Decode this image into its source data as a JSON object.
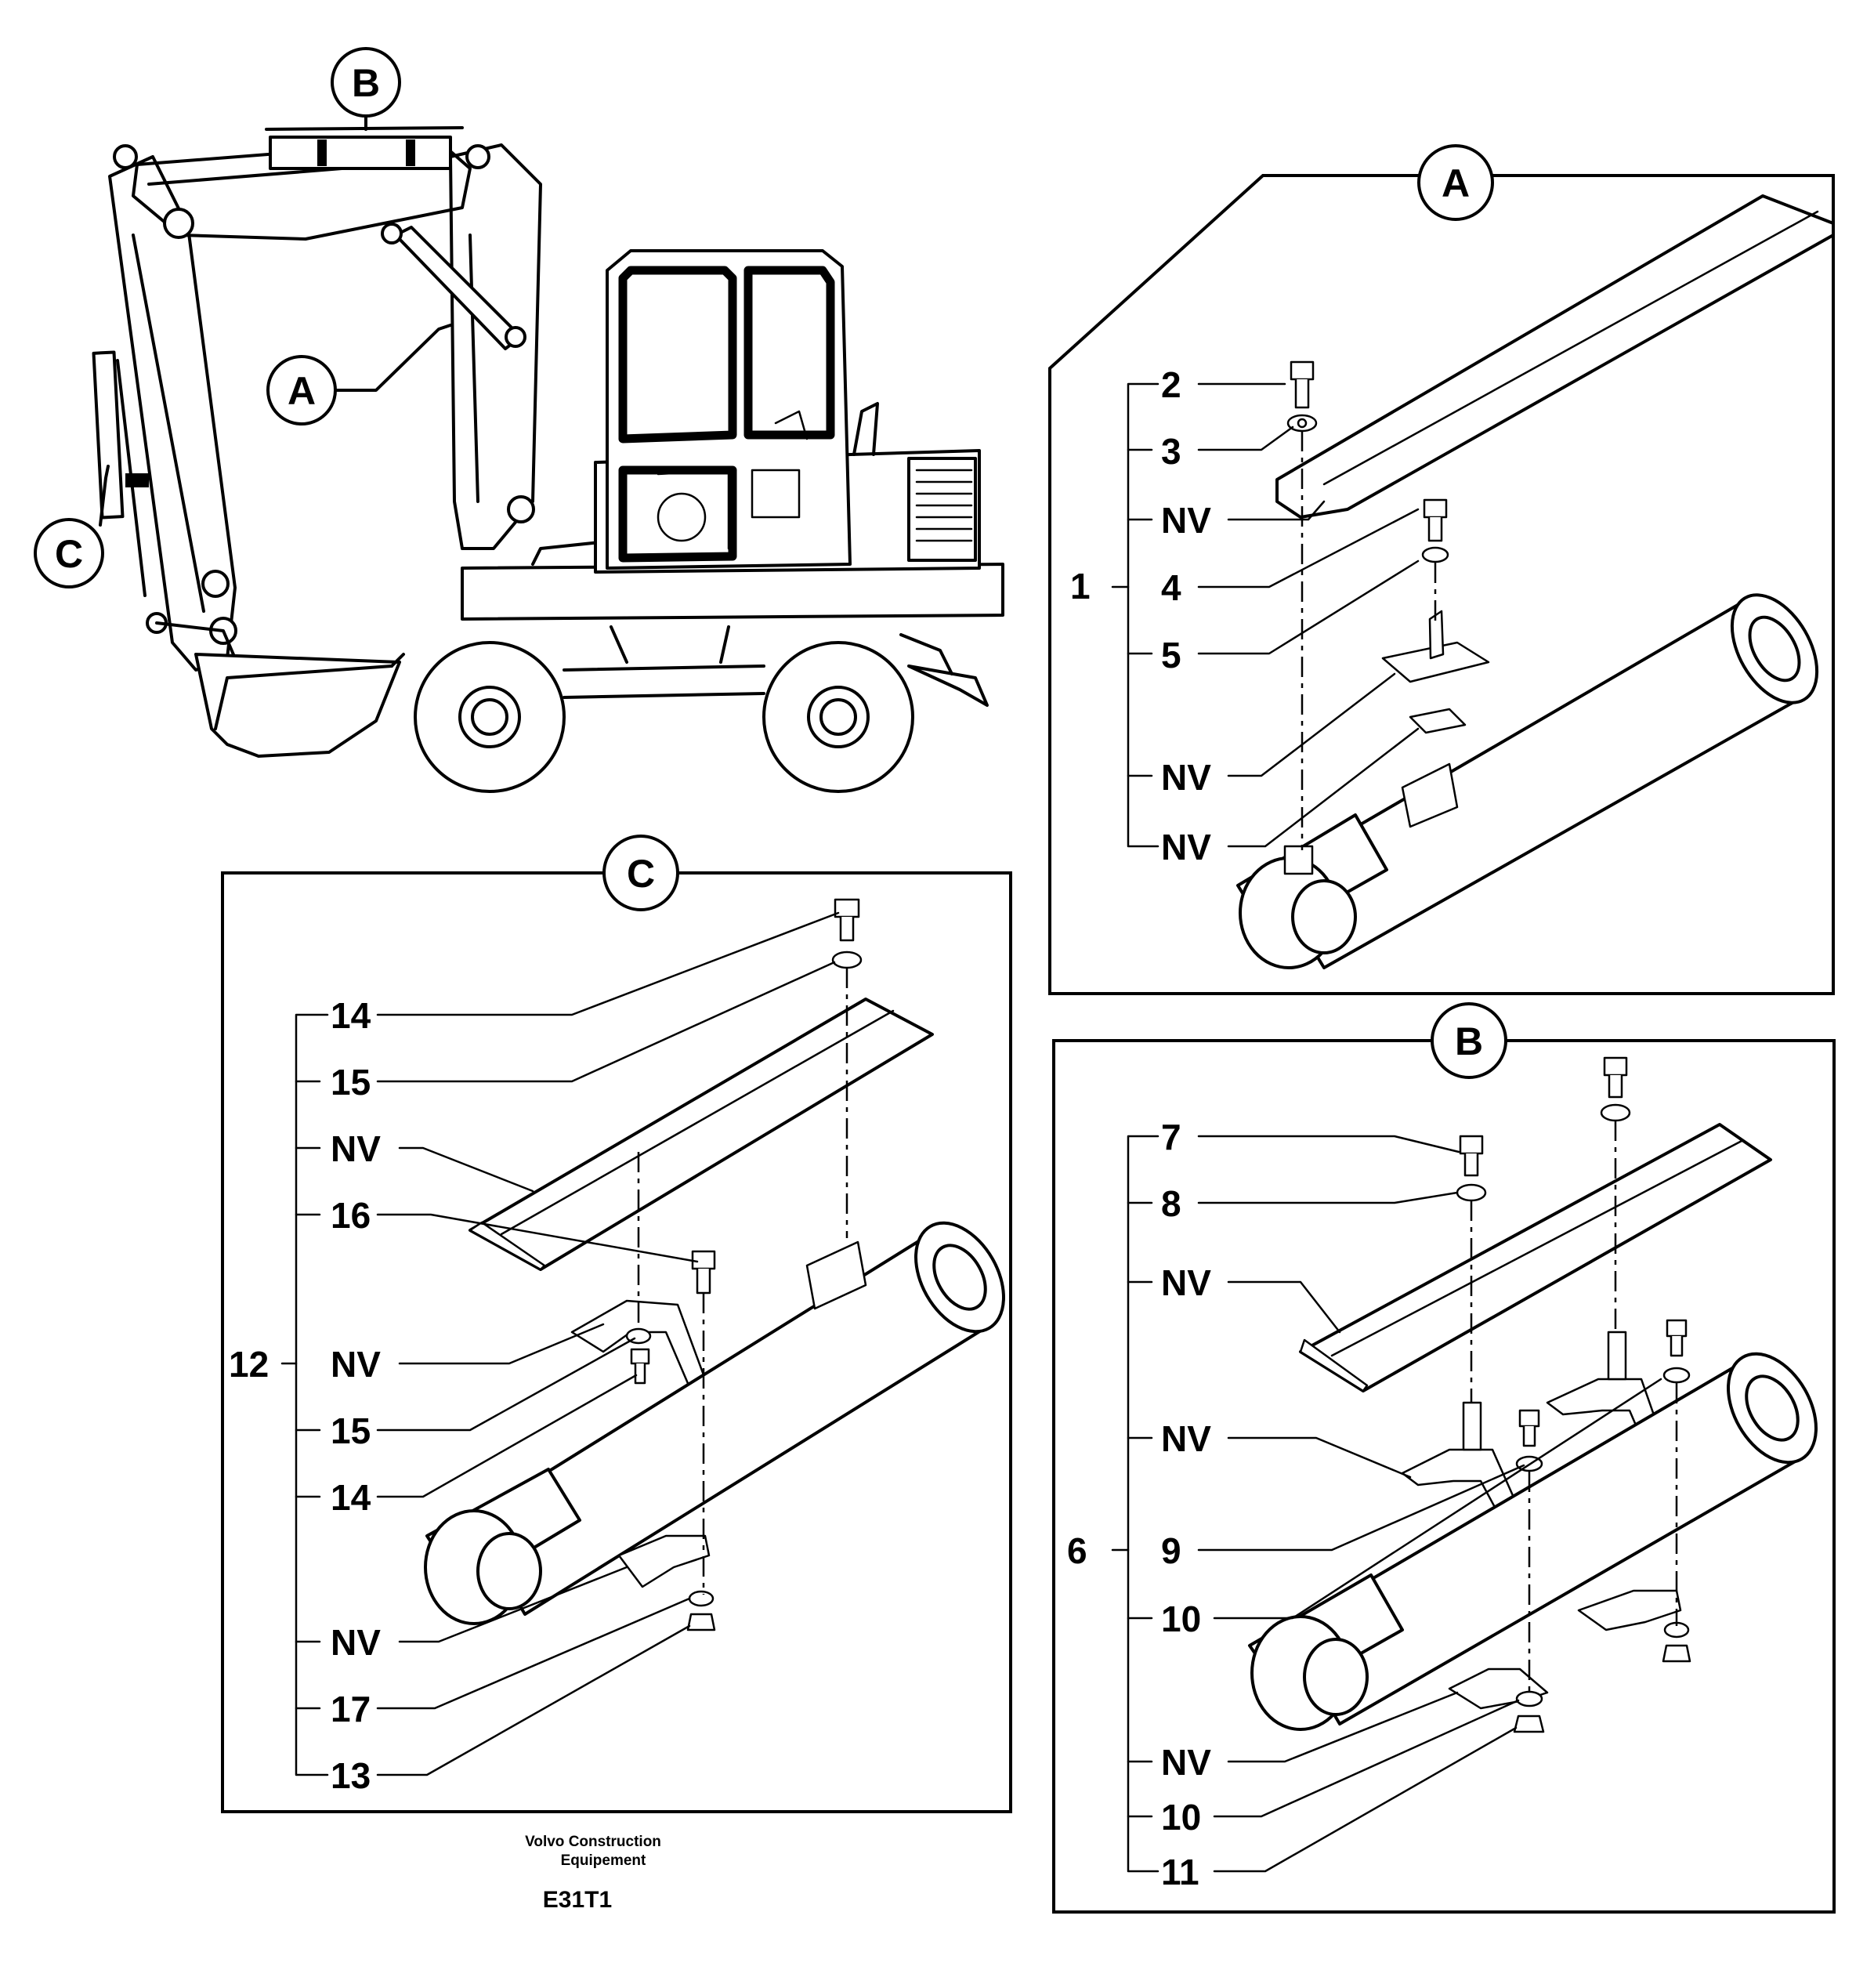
{
  "callouts": {
    "a": "A",
    "b": "B",
    "c": "C"
  },
  "detail_a": {
    "title": "A",
    "group": "1",
    "items": [
      "2",
      "3",
      "NV",
      "4",
      "5",
      "NV",
      "NV"
    ]
  },
  "detail_b": {
    "title": "B",
    "group": "6",
    "items": [
      "7",
      "8",
      "NV",
      "NV",
      "9",
      "10",
      "NV",
      "10",
      "11"
    ]
  },
  "detail_c": {
    "title": "C",
    "group": "12",
    "items": [
      "14",
      "15",
      "NV",
      "16",
      "NV",
      "15",
      "14",
      "NV",
      "17",
      "13"
    ]
  },
  "footer": {
    "company_line1": "Volvo Construction",
    "company_line2": "Equipement",
    "drawing_code": "E31T1"
  }
}
